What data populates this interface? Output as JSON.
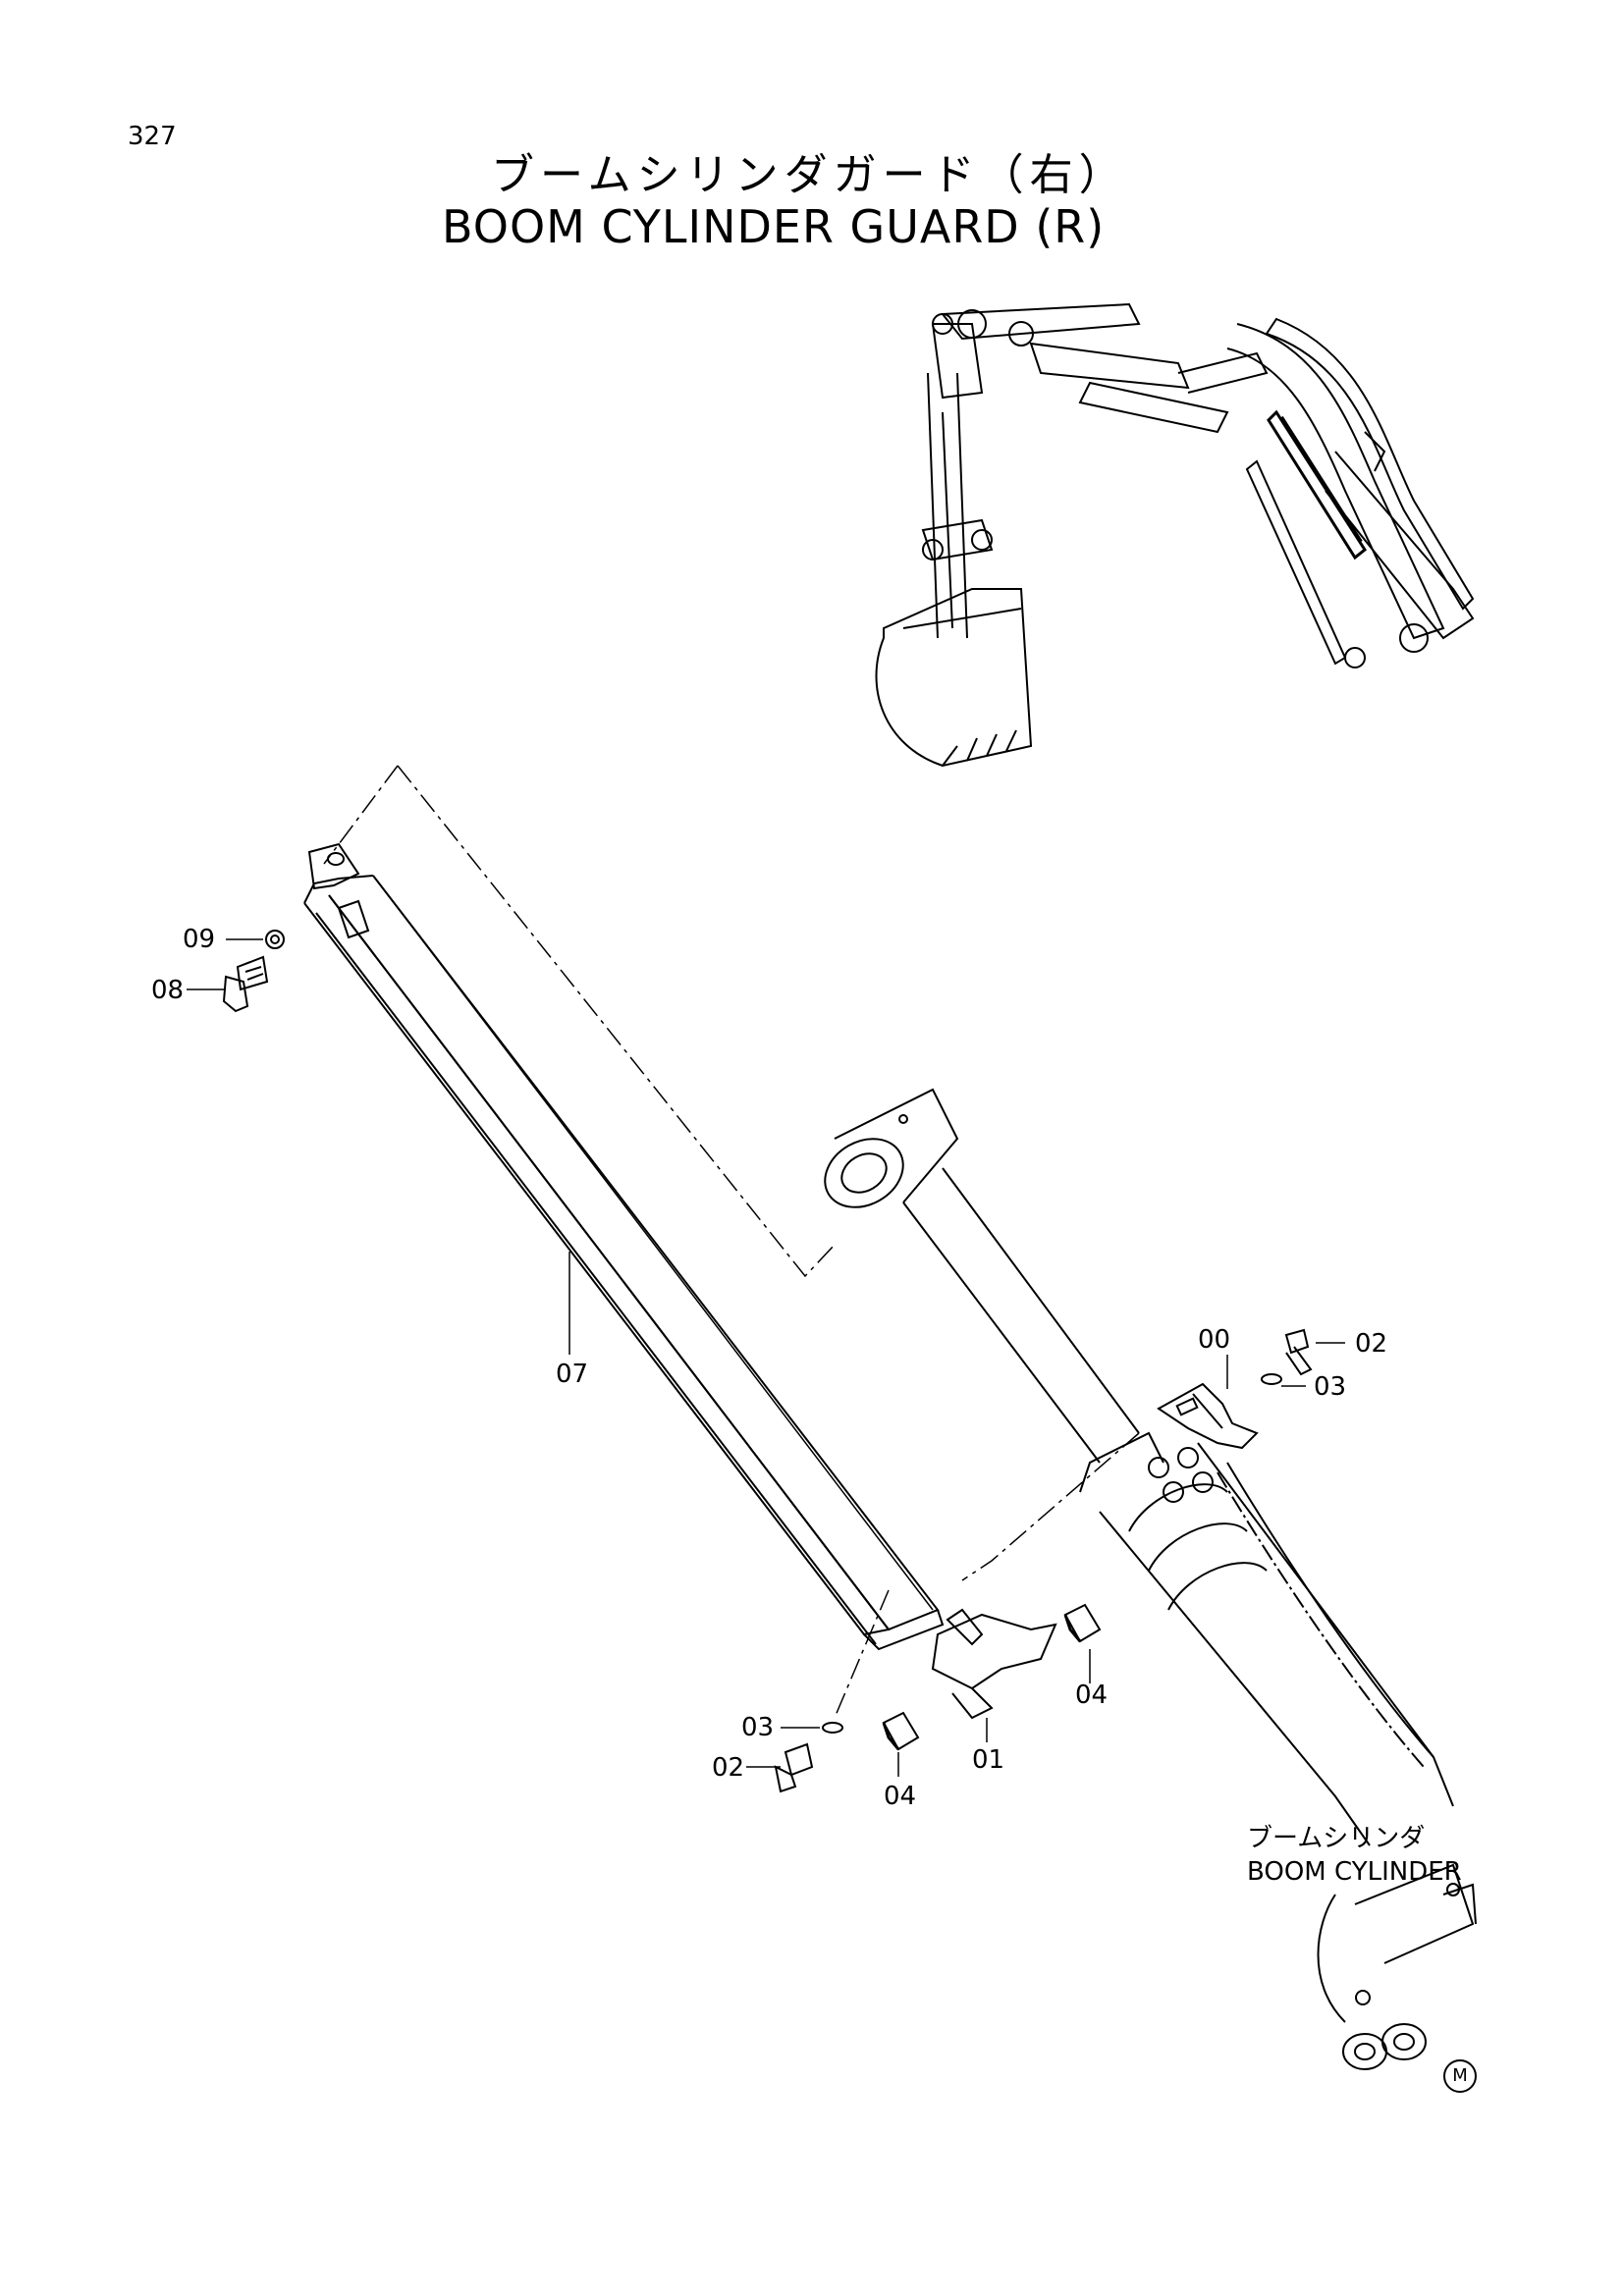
{
  "page_number": "327",
  "title_jp": "ブームシリンダガード（右）",
  "title_en": "BOOM CYLINDER GUARD (R)",
  "callouts": {
    "p00": "00",
    "p01": "01",
    "p02_top": "02",
    "p02_bottom": "02",
    "p03_top": "03",
    "p03_bottom": "03",
    "p04_right": "04",
    "p04_bottom": "04",
    "p07": "07",
    "p08": "08",
    "p09": "09"
  },
  "note_jp": "ブームシリンダ",
  "note_en": "BOOM CYLINDER",
  "mark": "M"
}
